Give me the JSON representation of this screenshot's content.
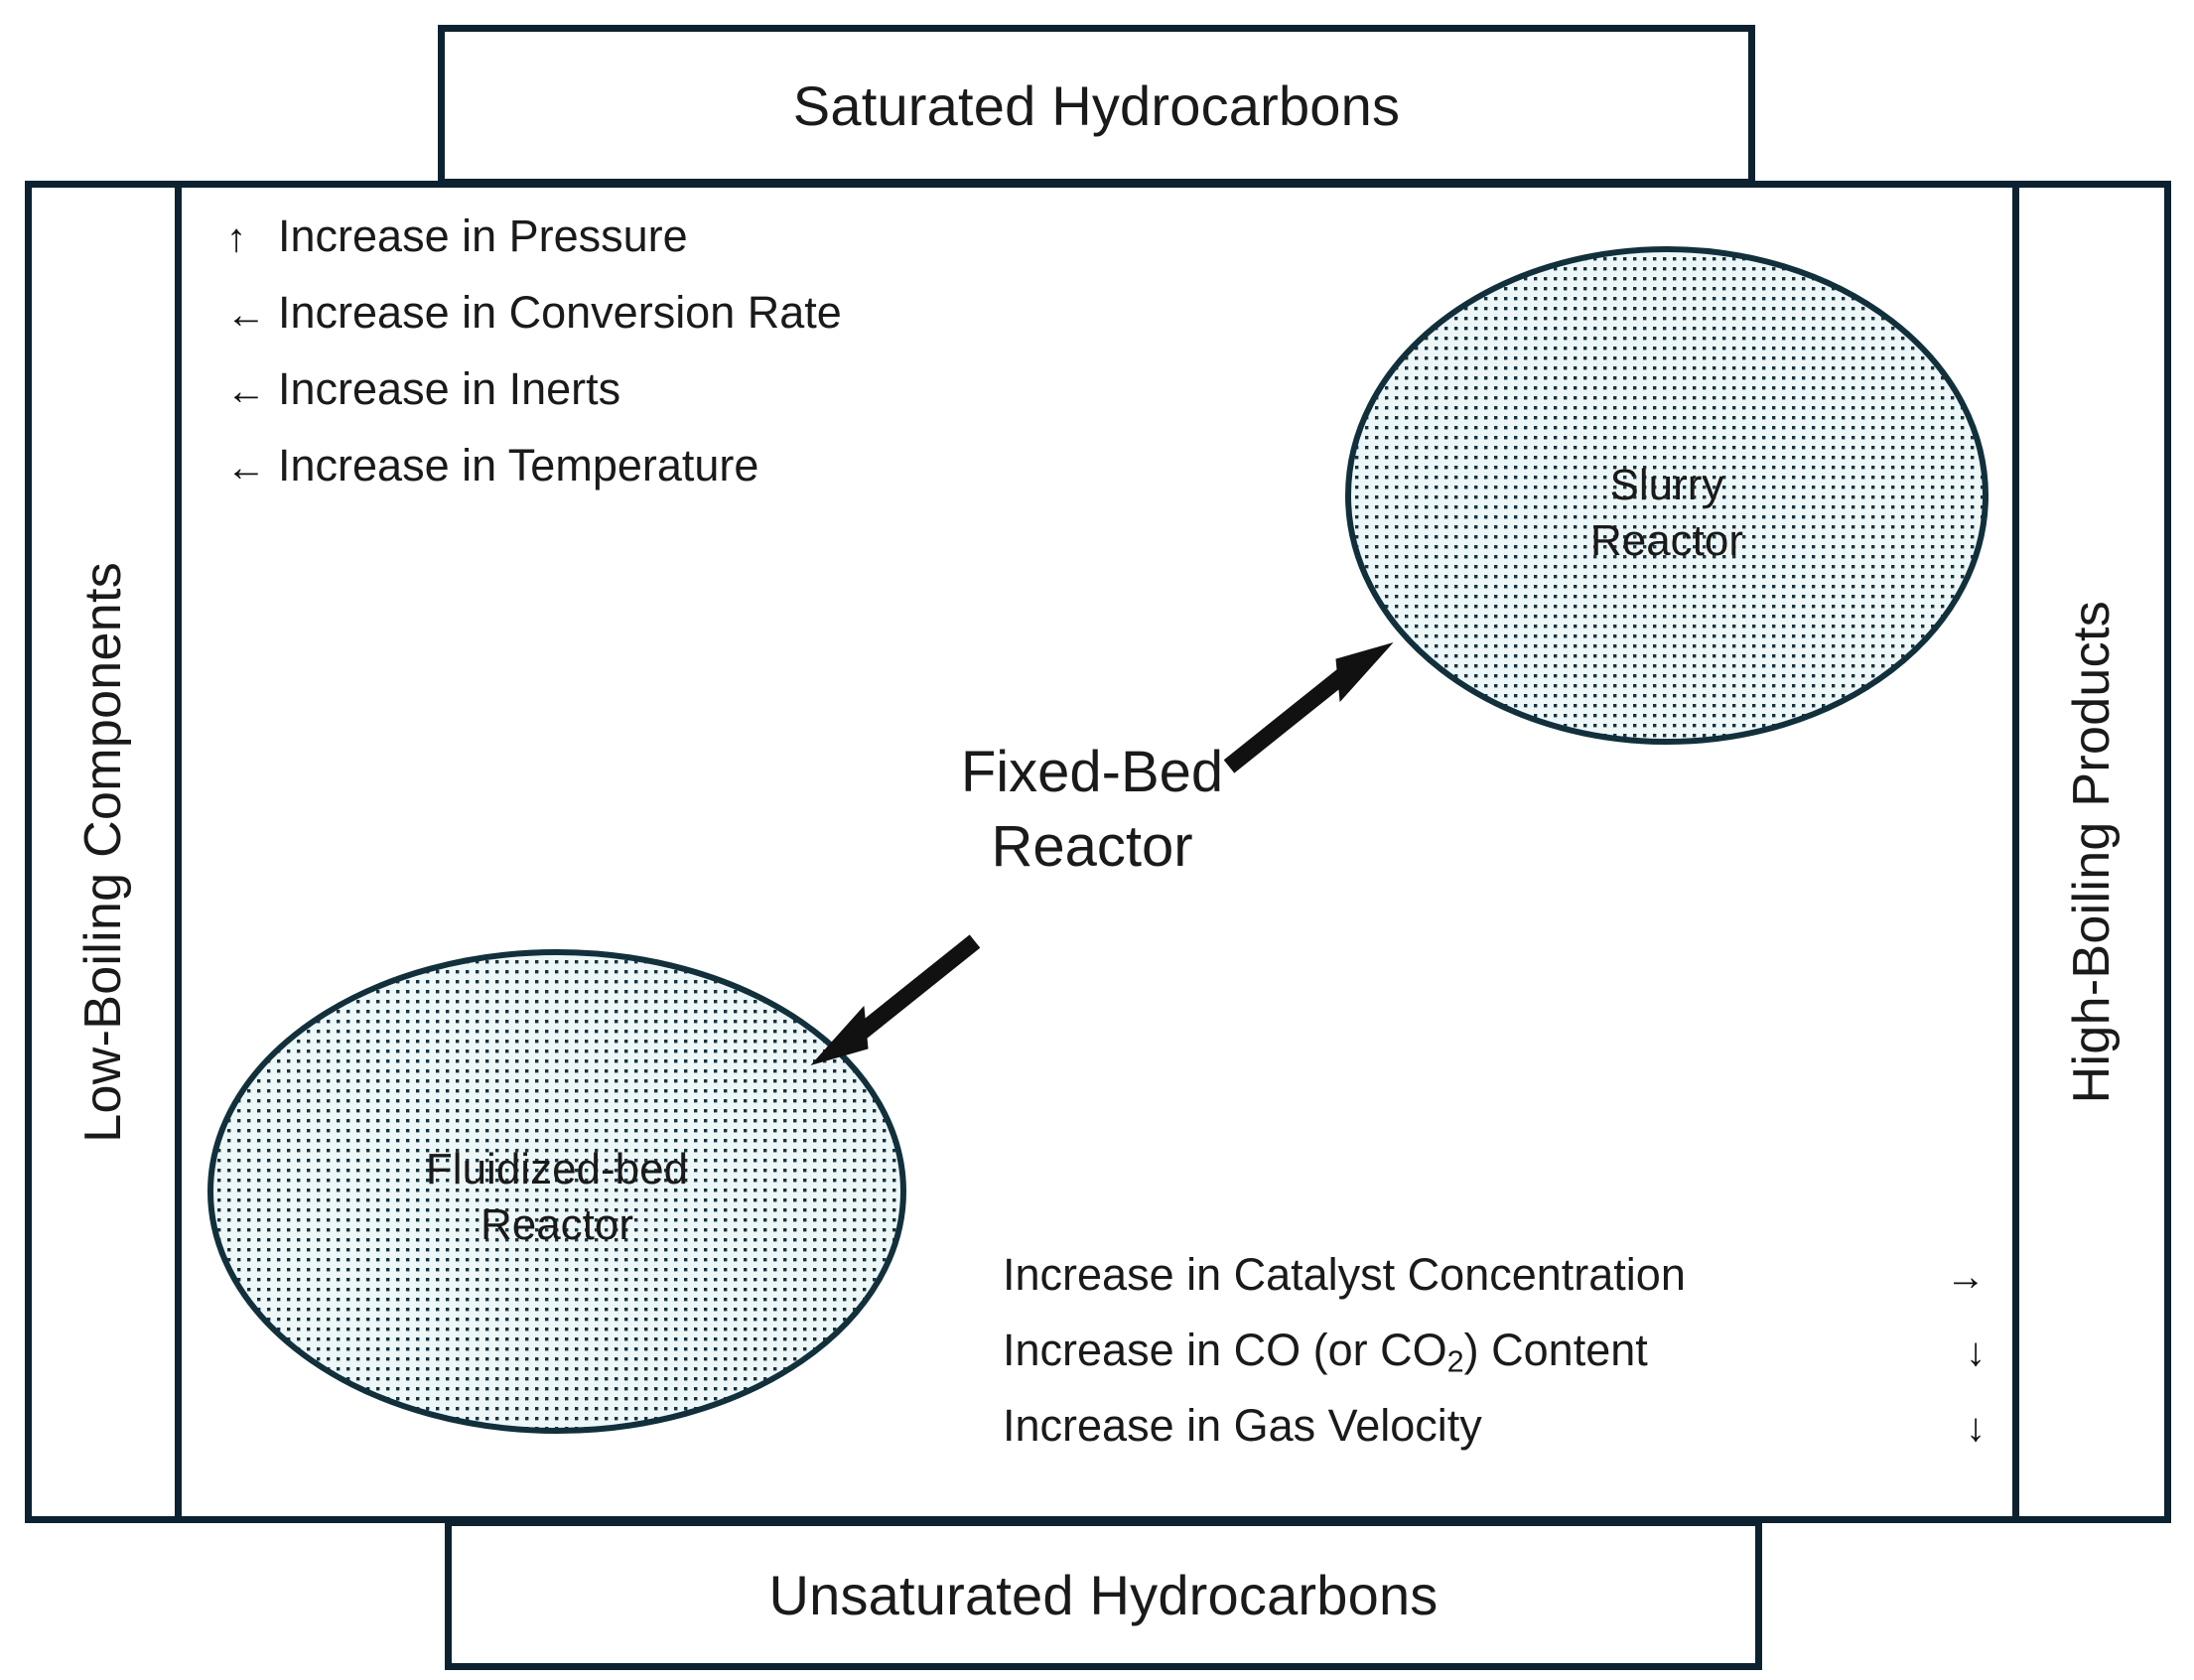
{
  "diagram": {
    "title": "Reactor selection / operating-variable influence diagram",
    "accent_color": "#0d2230",
    "ellipse_fill": "#eef7f8",
    "ellipse_stipple_color": "#16323f",
    "text_color": "#1a1a1a"
  },
  "banners": {
    "top": "Saturated Hydrocarbons",
    "bottom": "Unsaturated Hydrocarbons"
  },
  "axis_labels": {
    "left": "Low-Boiling Components",
    "right": "High-Boiling Products"
  },
  "factors_top": [
    {
      "arrow": "↑",
      "arrow_name": "arrow-up",
      "text": "Increase in Pressure"
    },
    {
      "arrow": "←",
      "arrow_name": "arrow-left",
      "text": "Increase in Conversion Rate"
    },
    {
      "arrow": "←",
      "arrow_name": "arrow-left",
      "text": "Increase in Inerts"
    },
    {
      "arrow": "←",
      "arrow_name": "arrow-left",
      "text": "Increase in Temperature"
    }
  ],
  "factors_bottom": [
    {
      "text": "Increase in Catalyst Concentration",
      "text_html": "Increase in Catalyst Concentration",
      "arrow": "→",
      "arrow_name": "arrow-right"
    },
    {
      "text": "Increase in CO (or CO2) Content",
      "text_html": "Increase in CO (or CO<sub>2</sub>) Content",
      "arrow": "↓",
      "arrow_name": "arrow-down"
    },
    {
      "text": "Increase in Gas Velocity",
      "text_html": "Increase in Gas Velocity",
      "arrow": "↓",
      "arrow_name": "arrow-down"
    }
  ],
  "reactors": {
    "slurry": {
      "line1": "Slurry",
      "line2": "Reactor"
    },
    "fluidized": {
      "line1": "Fluidized-bed",
      "line2": "Reactor"
    },
    "fixed_bed": {
      "line1": "Fixed-Bed",
      "line2": "Reactor"
    }
  }
}
